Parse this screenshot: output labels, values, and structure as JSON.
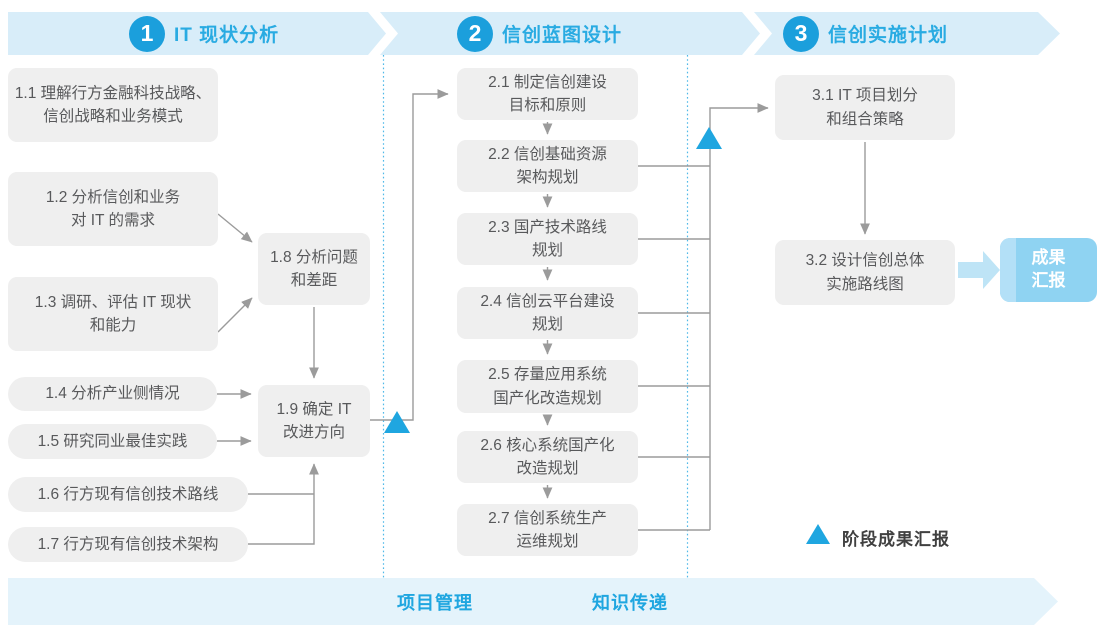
{
  "palette": {
    "accent_blue": "#29ABE2",
    "circle_blue": "#1B9FDC",
    "ribbon_top": "#D8EDF9",
    "ribbon_bottom": "#E4F3FB",
    "node_gray": "#EFEFEF",
    "node_text": "#58595B",
    "connector_gray": "#9B9B9B",
    "outcome_blue": "#8FD3F2",
    "outcome_stripe": "#B3E0F7",
    "thick_arrow_blue": "#BEE4F6",
    "milestone_blue": "#1FA6E0"
  },
  "phases": [
    {
      "number": "1",
      "label": "IT 现状分析"
    },
    {
      "number": "2",
      "label": "信创蓝图设计"
    },
    {
      "number": "3",
      "label": "信创实施计划"
    }
  ],
  "boxes": {
    "b11": {
      "line1": "1.1 理解行方金融科技战略、",
      "line2": "信创战略和业务模式"
    },
    "b12": {
      "line1": "1.2 分析信创和业务",
      "line2": "对 IT 的需求"
    },
    "b13": {
      "line1": "1.3 调研、评估 IT 现状",
      "line2": "和能力"
    },
    "b14": {
      "line1": "1.4 分析产业侧情况"
    },
    "b15": {
      "line1": "1.5 研究同业最佳实践"
    },
    "b16": {
      "line1": "1.6 行方现有信创技术路线"
    },
    "b17": {
      "line1": "1.7 行方现有信创技术架构"
    },
    "b18": {
      "line1": "1.8 分析问题",
      "line2": "和差距"
    },
    "b19": {
      "line1": "1.9 确定 IT",
      "line2": "改进方向"
    },
    "b21": {
      "line1": "2.1 制定信创建设",
      "line2": "目标和原则"
    },
    "b22": {
      "line1": "2.2 信创基础资源",
      "line2": "架构规划"
    },
    "b23": {
      "line1": "2.3 国产技术路线",
      "line2": "规划"
    },
    "b24": {
      "line1": "2.4 信创云平台建设",
      "line2": "规划"
    },
    "b25": {
      "line1": "2.5 存量应用系统",
      "line2": "国产化改造规划"
    },
    "b26": {
      "line1": "2.6 核心系统国产化",
      "line2": "改造规划"
    },
    "b27": {
      "line1": "2.7 信创系统生产",
      "line2": "运维规划"
    },
    "b31": {
      "line1": "3.1 IT 项目划分",
      "line2": "和组合策略"
    },
    "b32": {
      "line1": "3.2 设计信创总体",
      "line2": "实施路线图"
    }
  },
  "outcome": {
    "line1": "成果",
    "line2": "汇报"
  },
  "legend": {
    "label": "阶段成果汇报"
  },
  "bottom_band": {
    "left_label": "项目管理",
    "right_label": "知识传递"
  }
}
